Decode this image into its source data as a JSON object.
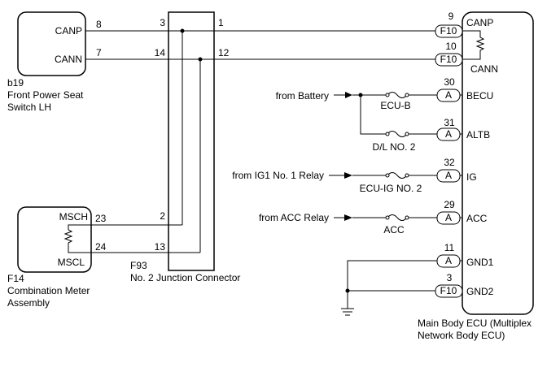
{
  "components": {
    "b19": {
      "code": "b19",
      "name_line1": "Front Power Seat",
      "name_line2": "Switch LH",
      "pins": [
        {
          "label": "CANP",
          "number": "8"
        },
        {
          "label": "CANN",
          "number": "7"
        }
      ]
    },
    "f14": {
      "code": "F14",
      "name_line1": "Combination Meter",
      "name_line2": "Assembly",
      "pins": [
        {
          "label": "MSCH",
          "number": "23"
        },
        {
          "label": "MSCL",
          "number": "24"
        }
      ]
    },
    "f93": {
      "code": "F93",
      "name": "No. 2 Junction Connector",
      "left_pins": [
        "3",
        "14",
        "2",
        "13"
      ],
      "right_pins": [
        "1",
        "12"
      ]
    },
    "ecu": {
      "name_line1": "Main Body ECU (Multiplex",
      "name_line2": "Network Body ECU)",
      "pins": [
        {
          "label": "CANP",
          "number": "9",
          "connector": "F10"
        },
        {
          "label": "CANN",
          "number": "10",
          "connector": "F10"
        },
        {
          "label": "BECU",
          "number": "30",
          "connector": "A"
        },
        {
          "label": "ALTB",
          "number": "31",
          "connector": "A"
        },
        {
          "label": "IG",
          "number": "32",
          "connector": "A"
        },
        {
          "label": "ACC",
          "number": "29",
          "connector": "A"
        },
        {
          "label": "GND1",
          "number": "11",
          "connector": "A"
        },
        {
          "label": "GND2",
          "number": "3",
          "connector": "F10"
        }
      ]
    }
  },
  "sources": {
    "battery": "from Battery",
    "ig1": "from IG1 No. 1 Relay",
    "acc": "from ACC Relay"
  },
  "fuses": {
    "ecu_b": "ECU-B",
    "dl_no2": "D/L NO. 2",
    "ecu_ig_no2": "ECU-IG NO. 2",
    "acc": "ACC"
  }
}
